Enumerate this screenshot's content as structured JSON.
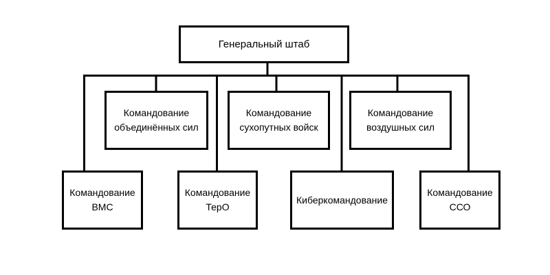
{
  "diagram": {
    "type": "org-chart",
    "nodes": [
      {
        "id": "general-staff",
        "label": "Генеральный штаб",
        "lines": [
          "Генеральный штаб"
        ]
      },
      {
        "id": "joint-forces",
        "label": "Командование объединённых сил",
        "lines": [
          "Командование",
          "объединённых сил"
        ]
      },
      {
        "id": "ground-forces",
        "label": "Командование сухопутных войск",
        "lines": [
          "Командование",
          "сухопутных войск"
        ]
      },
      {
        "id": "air-forces",
        "label": "Командование воздушных сил",
        "lines": [
          "Командование",
          "воздушных сил"
        ]
      },
      {
        "id": "navy",
        "label": "Командование ВМС",
        "lines": [
          "Командование",
          "ВМС"
        ]
      },
      {
        "id": "territorial-defense",
        "label": "Командование ТерО",
        "lines": [
          "Командование",
          "ТерО"
        ]
      },
      {
        "id": "cyber-command",
        "label": "Киберкомандование",
        "lines": [
          "Киберкомандование"
        ]
      },
      {
        "id": "special-operations",
        "label": "Командование ССО",
        "lines": [
          "Командование",
          "ССО"
        ]
      }
    ],
    "edges": [
      {
        "from": "general-staff",
        "to": "joint-forces"
      },
      {
        "from": "general-staff",
        "to": "ground-forces"
      },
      {
        "from": "general-staff",
        "to": "air-forces"
      },
      {
        "from": "general-staff",
        "to": "navy"
      },
      {
        "from": "general-staff",
        "to": "territorial-defense"
      },
      {
        "from": "general-staff",
        "to": "cyber-command"
      },
      {
        "from": "general-staff",
        "to": "special-operations"
      }
    ]
  },
  "colors": {
    "line": "#000000",
    "box_border": "#000000",
    "box_fill": "#ffffff",
    "text": "#000000",
    "background": "#ffffff"
  }
}
